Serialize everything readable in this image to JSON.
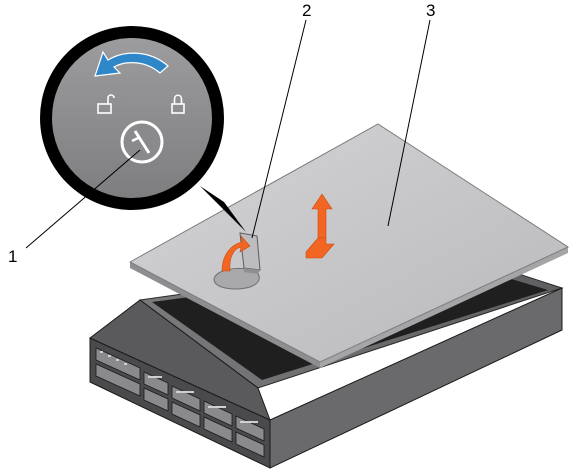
{
  "callouts": [
    {
      "number": "1"
    },
    {
      "number": "2"
    },
    {
      "number": "3"
    }
  ],
  "icons": {
    "rotation_arrow": "counterclockwise-arrow-icon",
    "unlocked": "unlocked-padlock-icon",
    "locked": "locked-padlock-icon",
    "latch": "latch-release-lock-icon",
    "lift": "lift-arrow-icon",
    "slide": "slide-arrow-icon"
  },
  "colors": {
    "cover": "#c6c6c8",
    "cover_edge": "#9a9a9c",
    "chassis": "#6f6f71",
    "chassis_dark": "#3b3b3d",
    "interior": "#1f1f1f",
    "magnifier_fill": "#8d8d8f",
    "magnifier_ring": "#000000",
    "rotation_arrow": "#2f86c8",
    "action_arrow": "#f26522"
  }
}
